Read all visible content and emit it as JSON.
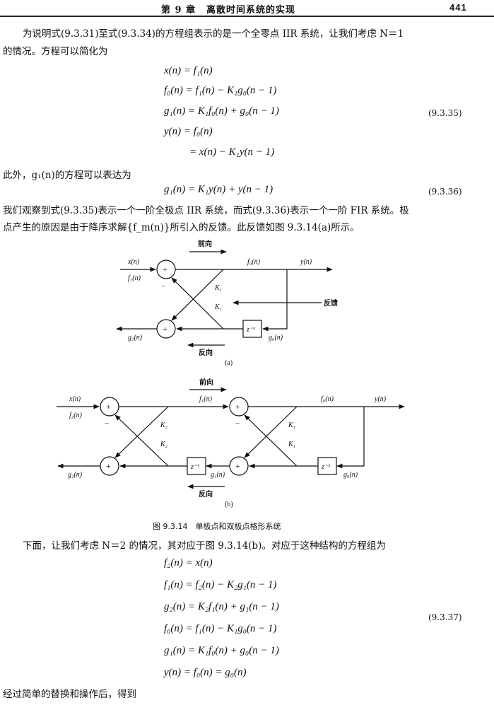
{
  "header": {
    "chapter": "第 9 章",
    "title": "离散时间系统的实现",
    "page_number": "441"
  },
  "paragraphs": {
    "p1_line1": "为说明式(9.3.31)至式(9.3.34)的方程组表示的是一个全零点 IIR 系统，让我们考虑 N＝1",
    "p1_line2": "的情况。方程可以简化为",
    "p2": "此外，g₁(n)的方程可以表达为",
    "p3_line1": "我们观察到式(9.3.35)表示一个一阶全极点 IIR 系统，而式(9.3.36)表示一个一阶 FIR 系统。极",
    "p3_line2": "点产生的原因是由于降序求解{f_m(n)}所引入的反馈。此反馈如图 9.3.14(a)所示。",
    "p4": "下面，让我们考虑 N＝2 的情况，其对应于图 9.3.14(b)。对应于这种结构的方程组为",
    "p5": "经过简单的替换和操作后，得到"
  },
  "equations": {
    "eq_35": [
      "x(n) = f₁(n)",
      "f₀(n) = f₁(n) − K₁g₀(n − 1)",
      "g₁(n) = K₁f₀(n) + g₀(n − 1)",
      "y(n) = f₀(n)",
      "= x(n) − K₁y(n − 1)"
    ],
    "eq_36": [
      "g₁(n) = K₁y(n) + y(n − 1)"
    ],
    "eq_37": [
      "f₂(n) = x(n)",
      "f₁(n) = f₂(n) − K₂g₁(n − 1)",
      "g₂(n) = K₂f₁(n) + g₁(n − 1)",
      "f₀(n) = f₁(n) − K₁g₀(n − 1)",
      "g₁(n) = K₁f₀(n) + g₀(n − 1)",
      "y(n) = f₀(n) = g₀(n)"
    ],
    "numbers": {
      "n35": "(9.3.35)",
      "n36": "(9.3.36)",
      "n37": "(9.3.37)"
    }
  },
  "figure": {
    "a": {
      "forward": "前向",
      "feedback": "反馈",
      "backward": "反向",
      "sub": "(a)",
      "x": "x(n)",
      "f1": "f₁(n)",
      "f0": "f₀(n)",
      "y": "y(n)",
      "k1_top": "K₁",
      "k1_bottom": "K₁",
      "delay": "z⁻¹",
      "g1": "g₁(n)",
      "g0": "g₀(n)",
      "plus_top": "+",
      "plus_bottom": "+",
      "minus": "−"
    },
    "b": {
      "forward": "前向",
      "backward": "反向",
      "sub": "(b)",
      "x": "x(n)",
      "f2": "f₂(n)",
      "f1": "f₁(n)",
      "f0": "f₀(n)",
      "y": "y(n)",
      "k2_top": "K₂",
      "k2_bottom": "K₂",
      "k1_top": "K₁",
      "k1_bottom": "K₁",
      "delay1": "z⁻¹",
      "delay2": "z⁻¹",
      "g2": "g₂(n)",
      "g1": "g₁(n)",
      "g0": "g₀(n)",
      "plus1": "+",
      "plus2": "+",
      "plus3": "+",
      "plus4": "+",
      "minus1": "−",
      "minus2": "−"
    },
    "caption": "图 9.3.14　单极点和双极点格形系统"
  }
}
